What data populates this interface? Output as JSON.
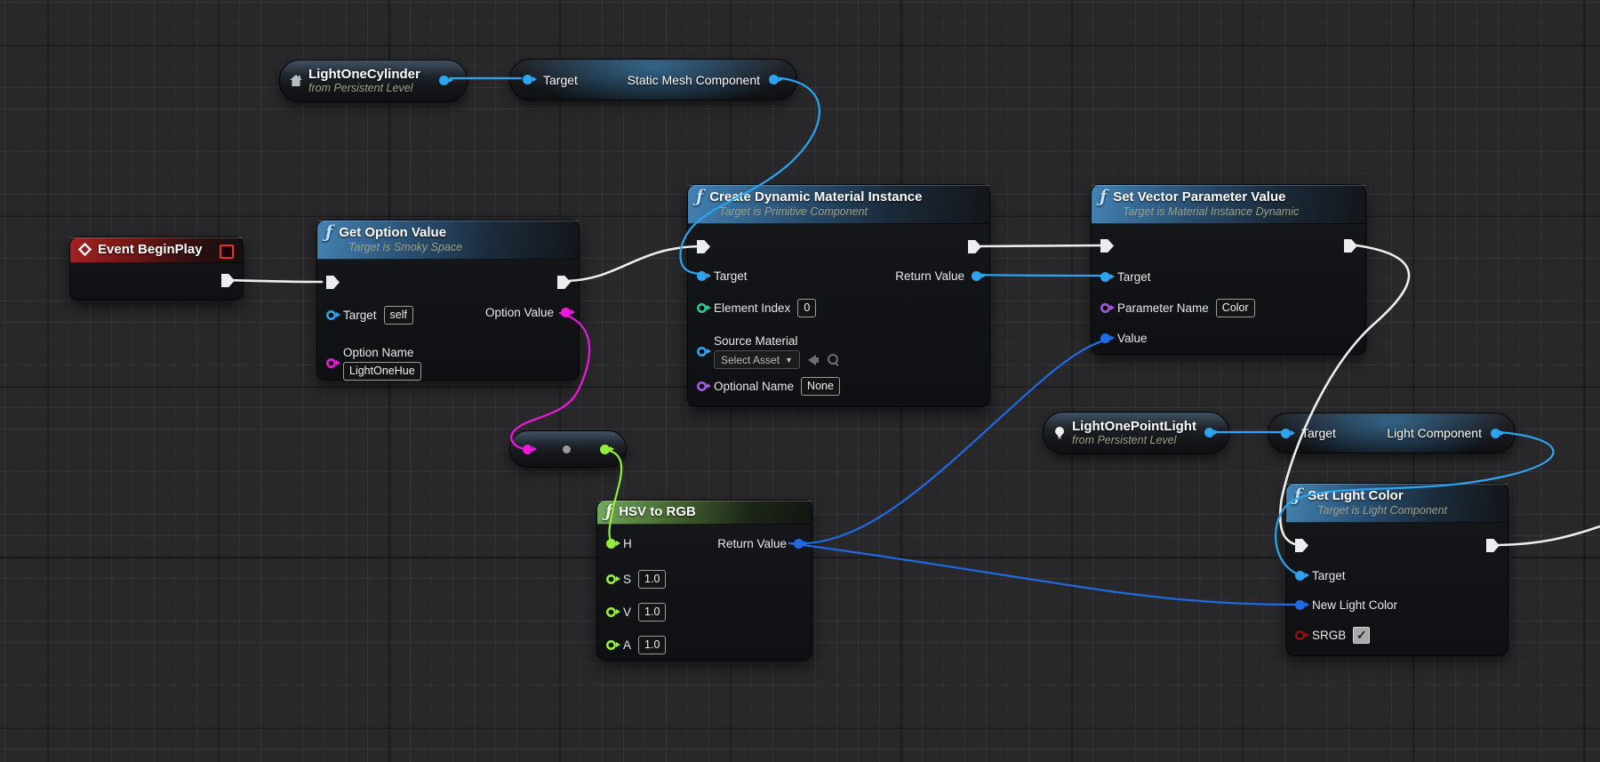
{
  "icons": {
    "fn": "ƒ",
    "caret_down": "▼",
    "check": "✓"
  },
  "colors": {
    "exec_wire": "#ededed",
    "object_pin": "#2da4f0",
    "struct_pin": "#1f6ae0",
    "float_pin": "#96ee3c",
    "int_pin": "#2bc795",
    "string_pin": "#ee17dd",
    "name_pin": "#a259e0",
    "bool_pin": "#8a1212",
    "header_blue": "#3e7fae",
    "header_green": "#71a65f",
    "header_red": "#991c1c"
  },
  "nodes": {
    "event_begin_play": {
      "title": "Event BeginPlay"
    },
    "get_option_value": {
      "title": "Get Option Value",
      "subtitle": "Target is Smoky Space",
      "pins": {
        "target_label": "Target",
        "target_value": "self",
        "option_name_label": "Option Name",
        "option_name_value": "LightOneHue",
        "option_value_label": "Option Value"
      }
    },
    "light_one_cylinder": {
      "title": "LightOneCylinder",
      "subtitle": "from Persistent Level"
    },
    "static_mesh_component": {
      "target_label": "Target",
      "output_label": "Static Mesh Component"
    },
    "create_dynamic_material_instance": {
      "title": "Create Dynamic Material Instance",
      "subtitle": "Target is Primitive Component",
      "pins": {
        "target_label": "Target",
        "return_value_label": "Return Value",
        "element_index_label": "Element Index",
        "element_index_value": "0",
        "source_material_label": "Source Material",
        "source_material_value": "Select Asset",
        "optional_name_label": "Optional Name",
        "optional_name_value": "None"
      }
    },
    "set_vector_parameter_value": {
      "title": "Set Vector Parameter Value",
      "subtitle": "Target is Material Instance Dynamic",
      "pins": {
        "target_label": "Target",
        "parameter_name_label": "Parameter Name",
        "parameter_name_value": "Color",
        "value_label": "Value"
      }
    },
    "conversion_node": {},
    "hsv_to_rgb": {
      "title": "HSV to RGB",
      "pins": {
        "h_label": "H",
        "s_label": "S",
        "s_value": "1.0",
        "v_label": "V",
        "v_value": "1.0",
        "a_label": "A",
        "a_value": "1.0",
        "return_value_label": "Return Value"
      }
    },
    "light_one_point_light": {
      "title": "LightOnePointLight",
      "subtitle": "from Persistent Level"
    },
    "light_component": {
      "target_label": "Target",
      "output_label": "Light Component"
    },
    "set_light_color": {
      "title": "Set Light Color",
      "subtitle": "Target is Light Component",
      "pins": {
        "target_label": "Target",
        "new_light_color_label": "New Light Color",
        "srgb_label": "SRGB",
        "srgb_checked": true
      }
    }
  }
}
